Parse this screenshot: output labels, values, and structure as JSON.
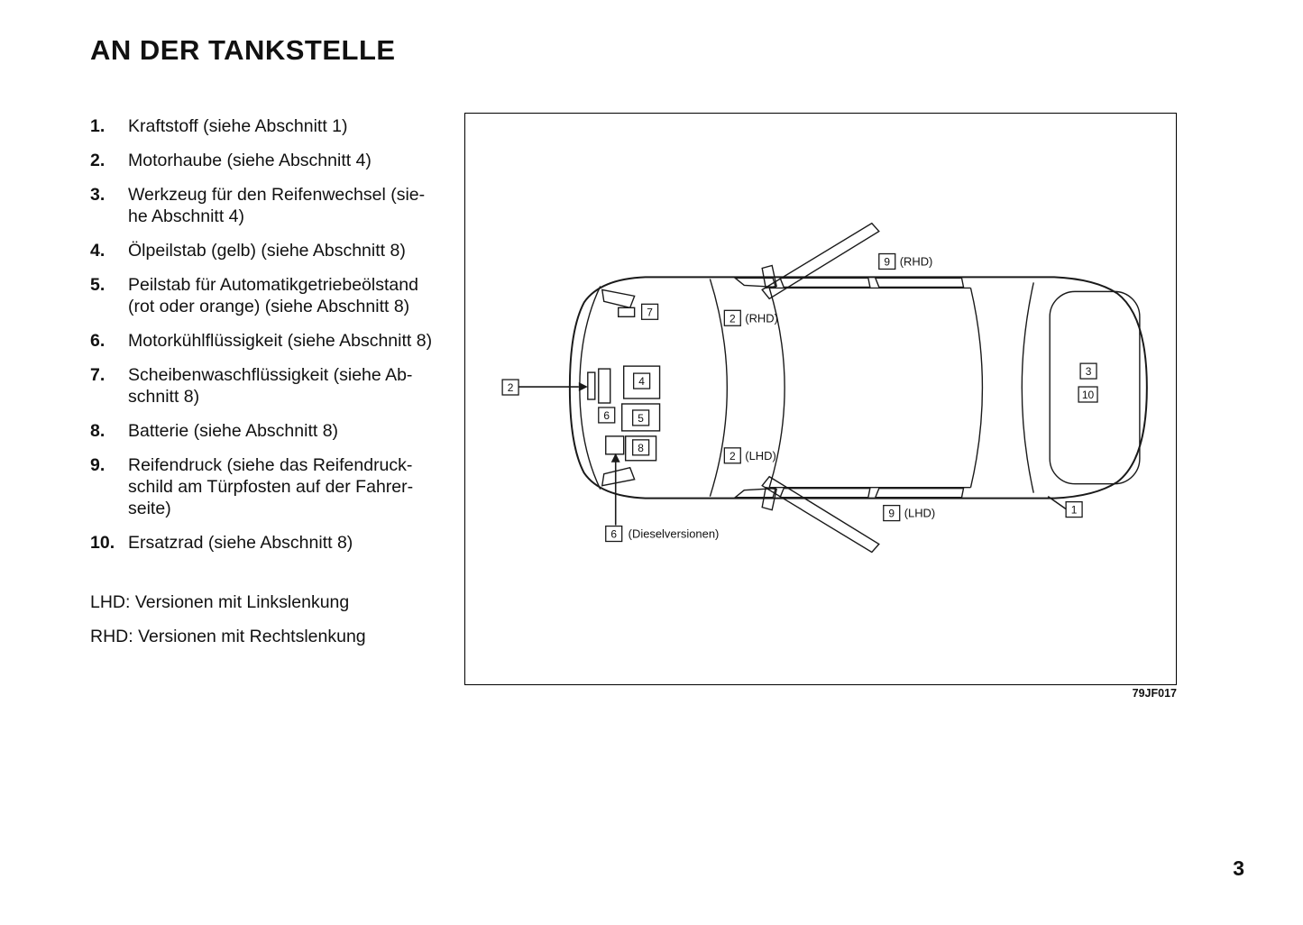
{
  "page": {
    "title": "AN DER TANKSTELLE",
    "page_number": "3"
  },
  "list": {
    "items": [
      {
        "num": "1.",
        "text": "Kraftstoff (siehe Abschnitt 1)"
      },
      {
        "num": "2.",
        "text": "Motorhaube (siehe Abschnitt 4)"
      },
      {
        "num": "3.",
        "text": "Werkzeug für den Reifenwechsel (sie-\nhe Abschnitt 4)"
      },
      {
        "num": "4.",
        "text": "Ölpeilstab (gelb) (siehe Abschnitt 8)"
      },
      {
        "num": "5.",
        "text": "Peilstab für Automatikgetriebeölstand\n(rot oder orange) (siehe Abschnitt 8)"
      },
      {
        "num": "6.",
        "text": "Motorkühlflüssigkeit (siehe Abschnitt 8)"
      },
      {
        "num": "7.",
        "text": "Scheibenwaschflüssigkeit  (siehe  Ab-\nschnitt 8)"
      },
      {
        "num": "8.",
        "text": "Batterie (siehe Abschnitt 8)"
      },
      {
        "num": "9.",
        "text": "Reifendruck  (siehe  das  Reifendruck-\nschild am Türpfosten auf der Fahrer-\nseite)"
      },
      {
        "num": "10.",
        "text": "Ersatzrad (siehe Abschnitt 8)"
      }
    ]
  },
  "legend": {
    "lhd": "LHD: Versionen mit Linkslenkung",
    "rhd": "RHD: Versionen mit Rechtslenkung"
  },
  "figure": {
    "code": "79JF017",
    "callouts": [
      {
        "num": "9",
        "suffix": "(RHD)"
      },
      {
        "num": "7",
        "suffix": ""
      },
      {
        "num": "2",
        "suffix": "(RHD)"
      },
      {
        "num": "2",
        "suffix": ""
      },
      {
        "num": "4",
        "suffix": ""
      },
      {
        "num": "6",
        "suffix": ""
      },
      {
        "num": "5",
        "suffix": ""
      },
      {
        "num": "8",
        "suffix": ""
      },
      {
        "num": "2",
        "suffix": "(LHD)"
      },
      {
        "num": "3",
        "suffix": ""
      },
      {
        "num": "10",
        "suffix": ""
      },
      {
        "num": "9",
        "suffix": "(LHD)"
      },
      {
        "num": "1",
        "suffix": ""
      },
      {
        "num": "6",
        "suffix": "(Dieselversionen)"
      }
    ]
  }
}
